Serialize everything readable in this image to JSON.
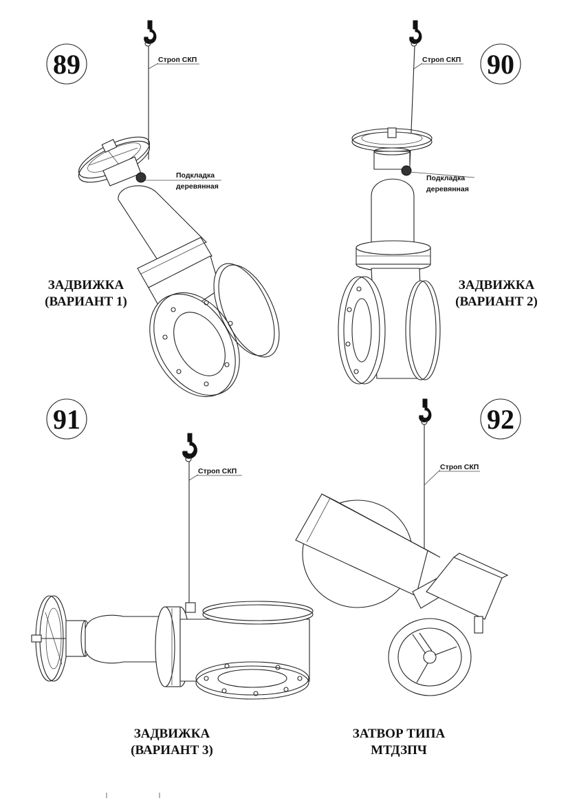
{
  "figures": [
    {
      "number": "89",
      "sling_label": "Строп СКП",
      "pad_label_line1": "Подкладка",
      "pad_label_line2": "деревянная",
      "caption_line1": "ЗАДВИЖКА",
      "caption_line2": "(ВАРИАНТ 1)"
    },
    {
      "number": "90",
      "sling_label": "Строп СКП",
      "pad_label_line1": "Подкладка",
      "pad_label_line2": "деревянная",
      "caption_line1": "ЗАДВИЖКА",
      "caption_line2": "(ВАРИАНТ 2)"
    },
    {
      "number": "91",
      "sling_label": "Строп СКП",
      "caption_line1": "ЗАДВИЖКА",
      "caption_line2": "(ВАРИАНТ 3)"
    },
    {
      "number": "92",
      "sling_label": "Строп СКП",
      "caption_line1": "ЗАТВОР ТИПА",
      "caption_line2": "МТДЗПЧ"
    }
  ]
}
